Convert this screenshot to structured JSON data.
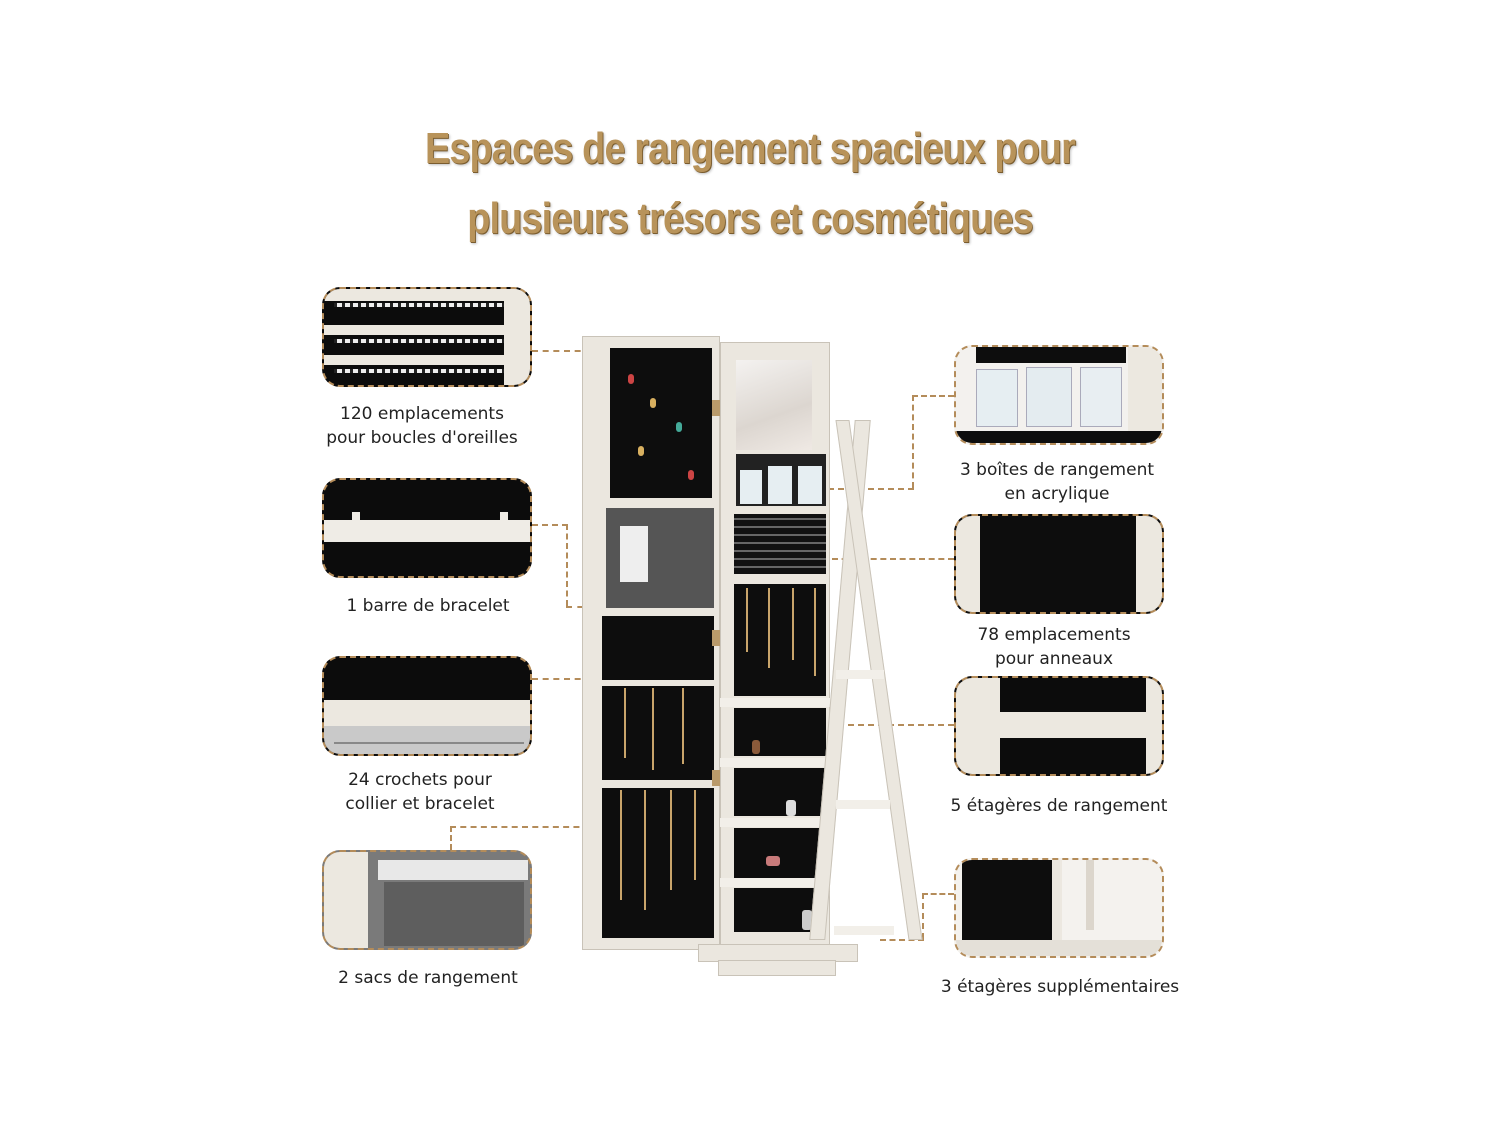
{
  "headline": {
    "line1": "Espaces de rangement spacieux pour",
    "line2": "plusieurs trésors et cosmétiques"
  },
  "features_left": [
    {
      "line1": "120 emplacements",
      "line2": "pour boucles d'oreilles"
    },
    {
      "line1": "1 barre de bracelet",
      "line2": ""
    },
    {
      "line1": "24 crochets pour",
      "line2": "collier et bracelet"
    },
    {
      "line1": "2 sacs de rangement",
      "line2": ""
    }
  ],
  "features_right": [
    {
      "line1": "3 boîtes de rangement",
      "line2": "en acrylique"
    },
    {
      "line1": "78 emplacements",
      "line2": "pour anneaux"
    },
    {
      "line1": "5 étagères de rangement",
      "line2": ""
    },
    {
      "line1": "3 étagères supplémentaires",
      "line2": ""
    }
  ],
  "colors": {
    "accent": "#b8935a",
    "dashed": "#b48c5a",
    "wood": "#ebe7df",
    "interior": "#0d0d0d"
  }
}
